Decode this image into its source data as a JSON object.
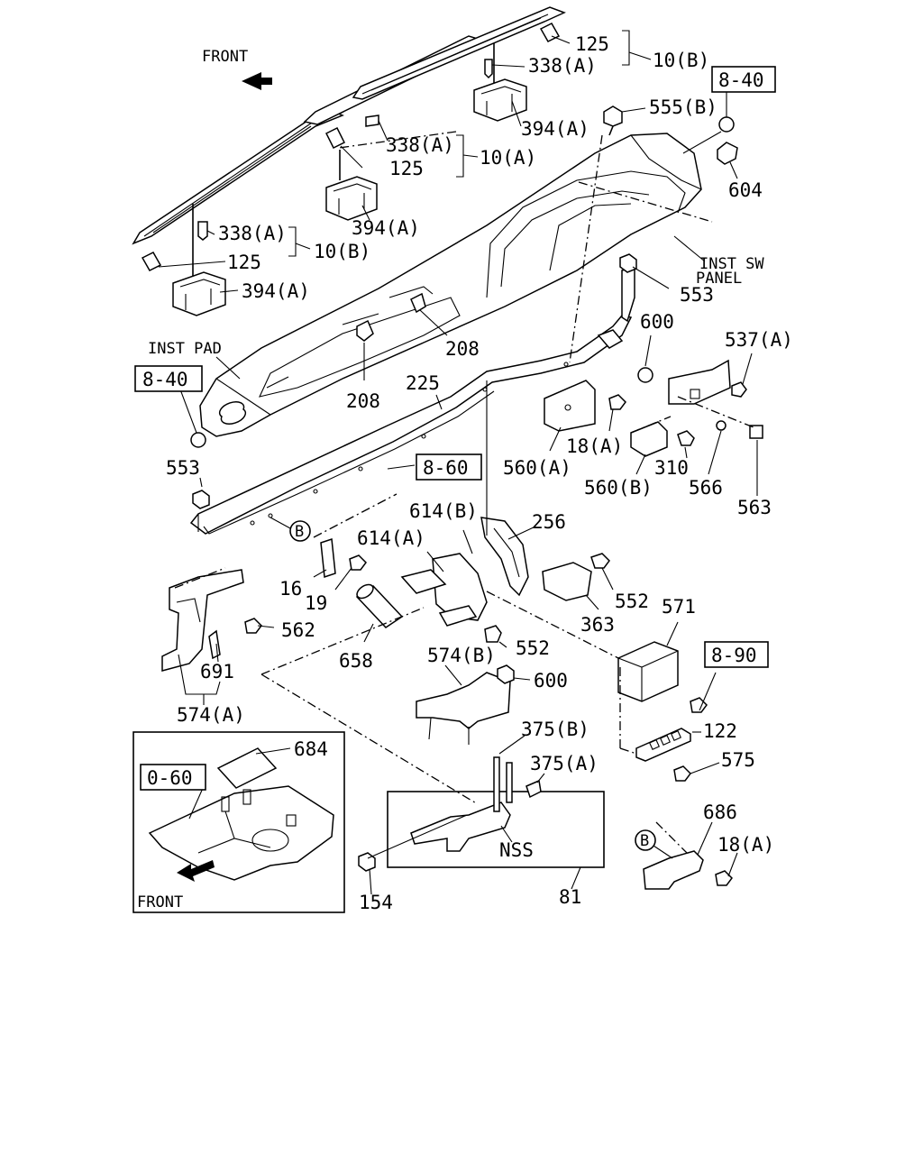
{
  "front_top": "FRONT",
  "front_bottom": "FRONT",
  "inst_pad": "INST PAD",
  "inst_sw_panel": [
    "INST SW",
    "PANEL"
  ],
  "nss": "NSS",
  "refs": {
    "r840_top": "8-40",
    "r840_left": "8-40",
    "r860": "8-60",
    "r890": "8-90",
    "r060": "0-60"
  },
  "circle_b": "B",
  "callouts": {
    "c125a": "125",
    "c338a_top": "338(A)",
    "c10b_top": "10(B)",
    "c555b": "555(B)",
    "c394a_top": "394(A)",
    "c338a_mid": "338(A)",
    "c10a": "10(A)",
    "c125b": "125",
    "c604": "604",
    "c394a_mid": "394(A)",
    "c338a_left": "338(A)",
    "c10b_left": "10(B)",
    "c125c": "125",
    "c553_top": "553",
    "c394a_left": "394(A)",
    "c600_top": "600",
    "c208_a": "208",
    "c537a": "537(A)",
    "c208_b": "208",
    "c225": "225",
    "c18a_mid": "18(A)",
    "c560a": "560(A)",
    "c310": "310",
    "c553_left": "553",
    "c560b": "560(B)",
    "c566": "566",
    "c563": "563",
    "c614b": "614(B)",
    "c256": "256",
    "c614a": "614(A)",
    "c16": "16",
    "c19": "19",
    "c552_a": "552",
    "c571": "571",
    "c363": "363",
    "c562": "562",
    "c552_b": "552",
    "c658": "658",
    "c574b": "574(B)",
    "c600_b": "600",
    "c691": "691",
    "c574a": "574(A)",
    "c375b": "375(B)",
    "c122": "122",
    "c684": "684",
    "c375a": "375(A)",
    "c575": "575",
    "c686": "686",
    "c18a_b": "18(A)",
    "c154": "154",
    "c81": "81"
  }
}
